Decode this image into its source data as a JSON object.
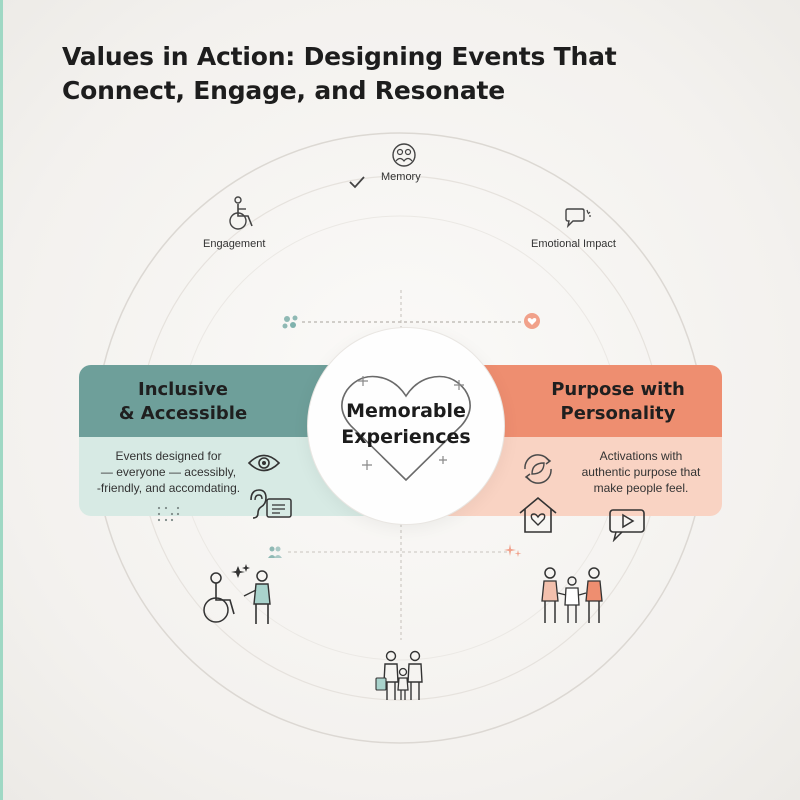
{
  "title": {
    "line1": "Values in Action: Designing Events That",
    "line2": "Connect, Engage, and Resonate"
  },
  "outer_labels": {
    "memory": "Memory",
    "engagement": "Engagement",
    "emotional_impact": "Emotional Impact"
  },
  "left_panel": {
    "title_line1": "Inclusive",
    "title_line2": "& Accessible",
    "desc_line1": "Events designed for",
    "desc_line2": "— everyone — acessibly,",
    "desc_line3": "-friendly, and accomdating."
  },
  "right_panel": {
    "title_line1": "Purpose with",
    "title_line2": "Personality",
    "desc_line1": "Activations with",
    "desc_line2": "authentic purpose that",
    "desc_line3": "make people feel."
  },
  "center": {
    "line1": "Memorable",
    "line2": "Experiences"
  },
  "colors": {
    "teal_header": "#6e9f9a",
    "teal_body": "#d7eae4",
    "coral_header": "#ee8e70",
    "coral_body": "#f9d3c3",
    "accent_coral": "#e8866a",
    "accent_teal": "#7fb2ad",
    "side_stripe": "#9fd8c4"
  },
  "icons": [
    "memory-people-icon",
    "checkmark-icon",
    "wheelchair-icon",
    "speech-bubble-icon",
    "people-group-icon",
    "heart-badge-icon",
    "heart-outline-icon",
    "eye-icon",
    "ear-icon",
    "id-card-icon",
    "braille-icon",
    "leaf-cycle-icon",
    "home-heart-icon",
    "video-play-icon",
    "wheelchair-user-friend-icon",
    "family-group-icon",
    "volunteers-icon",
    "sparkle-icon"
  ]
}
